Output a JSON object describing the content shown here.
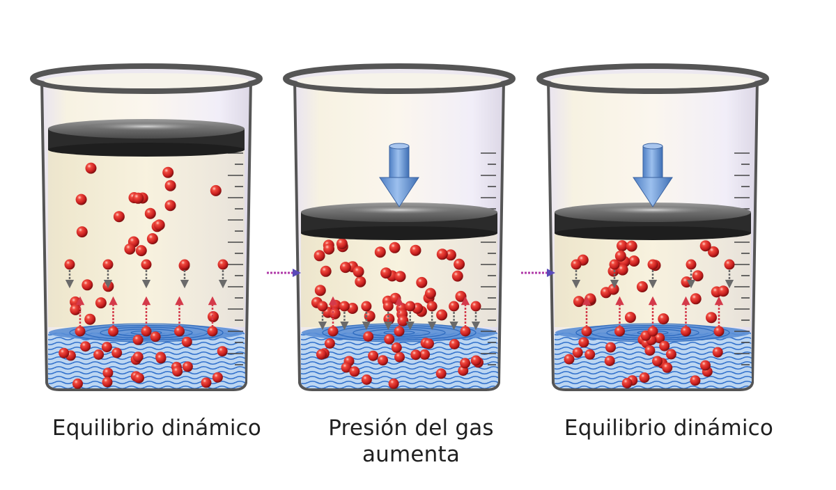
{
  "captions": {
    "beaker1": "Equilibrio dinámico",
    "beaker2_line1": "Presión del gas",
    "beaker2_line2": "aumenta",
    "beaker3": "Equilibrio dinámico"
  },
  "colors": {
    "molecule": "#d42a2a",
    "liquid": "#3d7fd0",
    "lid": "#2b2b2b",
    "push_arrow": "#6f9bd6",
    "evaporation_arrow": "#d43a4a",
    "condensation_arrow": "#6a6a6a",
    "transition_arrow": "#b03aa8"
  },
  "icons": [
    "beaker-icon",
    "piston-lid-icon",
    "push-down-arrow-icon",
    "transition-arrow-icon"
  ]
}
